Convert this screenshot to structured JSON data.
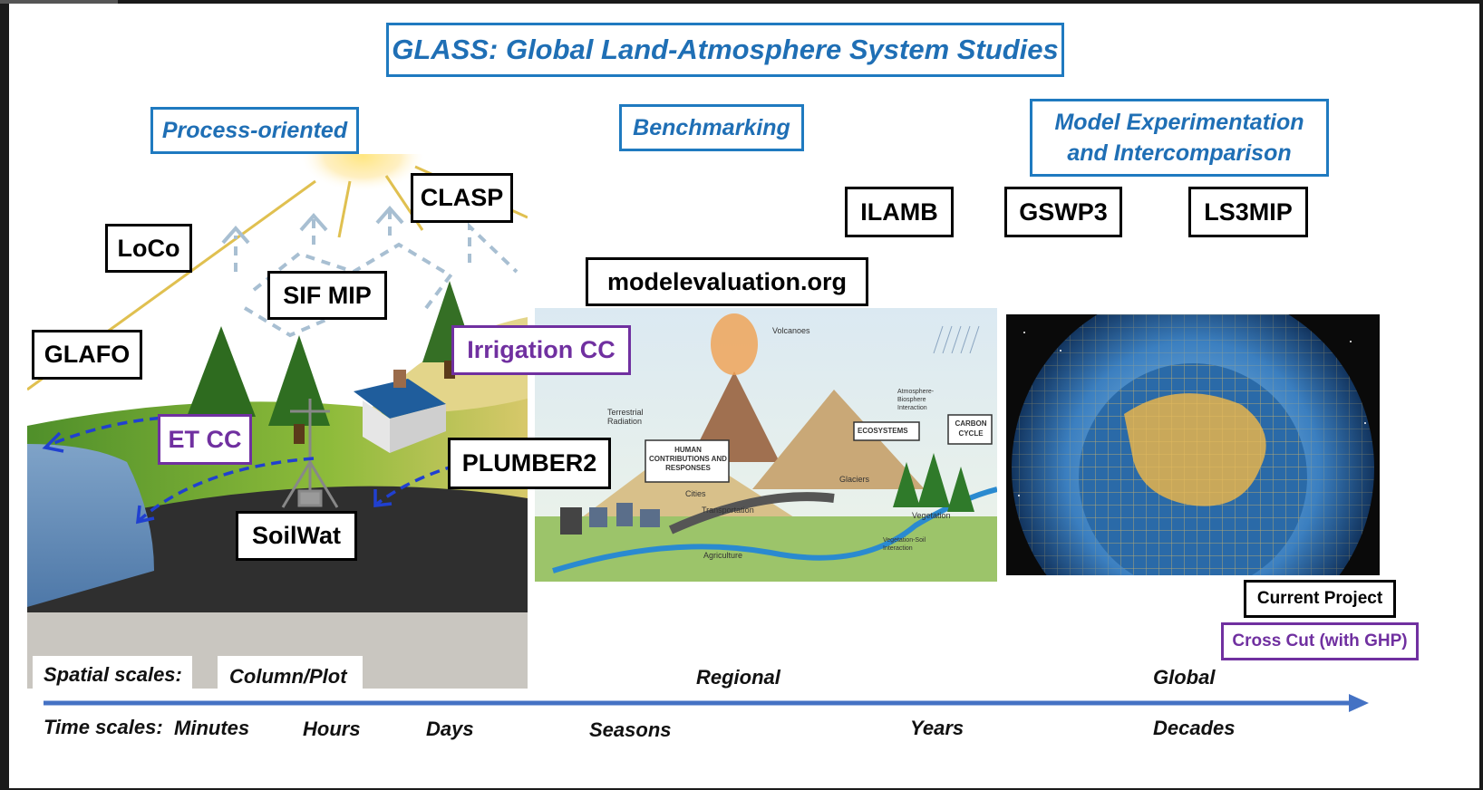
{
  "title": "GLASS: Global Land-Atmosphere System Studies",
  "categories": {
    "process": "Process-oriented",
    "benchmarking": "Benchmarking",
    "model_exp_line1": "Model Experimentation",
    "model_exp_line2": "and Intercomparison"
  },
  "projects": {
    "loco": "LoCo",
    "clasp": "CLASP",
    "sif_mip": "SIF MIP",
    "glafo": "GLAFO",
    "soilwat": "SoilWat",
    "plumber2": "PLUMBER2",
    "modelevaluation": "modelevaluation.org",
    "ilamb": "ILAMB",
    "gswp3": "GSWP3",
    "ls3mip": "LS3MIP"
  },
  "cross_cuts": {
    "irrigation": "Irrigation CC",
    "et": "ET CC"
  },
  "legend": {
    "current": "Current Project",
    "cross_cut": "Cross Cut (with GHP)"
  },
  "spatial": {
    "label": "Spatial scales:",
    "column": "Column/Plot",
    "regional": "Regional",
    "global": "Global"
  },
  "time": {
    "label": "Time scales:",
    "minutes": "Minutes",
    "hours": "Hours",
    "days": "Days",
    "seasons": "Seasons",
    "years": "Years",
    "decades": "Decades"
  },
  "middle_image_labels": {
    "volcanoes": "Volcanoes",
    "terrestrial_radiation": "Terrestrial Radiation",
    "human": "HUMAN CONTRIBUTIONS AND RESPONSES",
    "ecosystems": "ECOSYSTEMS",
    "carbon_cycle": "CARBON CYCLE",
    "atmosphere_biosphere": "Atmosphere-Biosphere Interaction",
    "glaciers": "Glaciers",
    "cities": "Cities",
    "transportation": "Transportation",
    "vegetation": "Vegetation",
    "agriculture": "Agriculture",
    "vegetation_soil": "Vegetation-Soil Interaction"
  },
  "colors": {
    "blue": "#1f7ac0",
    "purple": "#7030a0",
    "arrow": "#4472c4"
  }
}
